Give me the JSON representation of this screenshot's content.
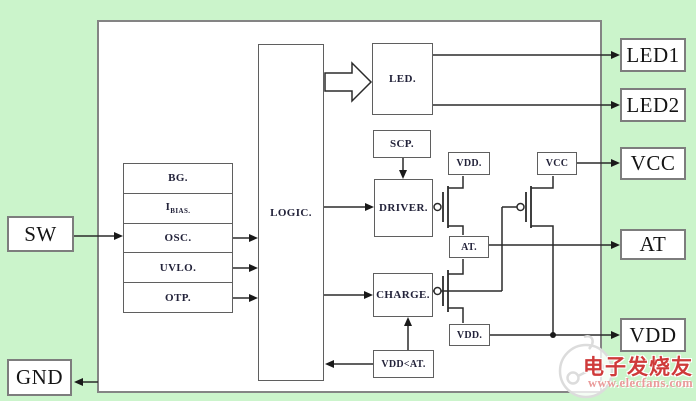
{
  "pins": {
    "sw": "SW",
    "gnd": "GND",
    "led1": "LED1",
    "led2": "LED2",
    "vcc": "VCC",
    "at": "AT",
    "vdd": "VDD"
  },
  "blocks": {
    "stack": [
      {
        "label": "BG."
      },
      {
        "label": "I",
        "sub": "BIAS."
      },
      {
        "label": "OSC."
      },
      {
        "label": "UVLO."
      },
      {
        "label": "OTP."
      }
    ],
    "logic": "LOGIC.",
    "led": "LED.",
    "scp": "SCP.",
    "driver": "DRIVER.",
    "charge": "CHARGE.",
    "vdd_lt_at": "VDD<AT.",
    "vdd_top": "VDD.",
    "at_mid": "AT.",
    "vdd_bot": "VDD.",
    "vcc_mid": "VCC"
  },
  "watermark": {
    "brand": "电子发烧友",
    "url": "www.elecfans.com"
  },
  "colors": {
    "background": "#cbf4cb",
    "line": "#2b2b2b",
    "box_fill": "#ffffff",
    "border": "#5f5f5f",
    "watermark_red": "#cf3a3a",
    "watermark_pink": "#ea9a9a"
  }
}
